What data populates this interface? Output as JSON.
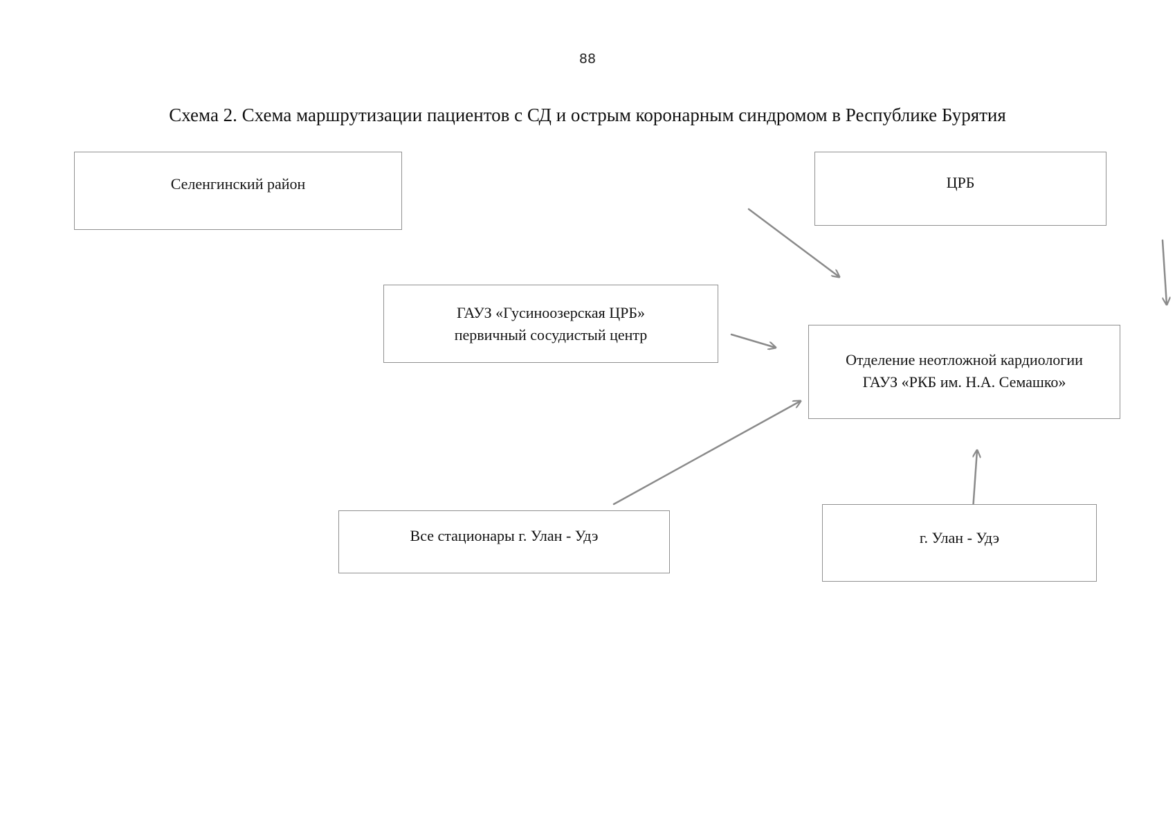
{
  "page": {
    "number": "88"
  },
  "diagram": {
    "title": "Схема 2. Схема маршрутизации пациентов с СД и острым коронарным синдромом в Республике Бурятия",
    "nodes": {
      "selenginsky_district": {
        "lines": [
          "Селенгинский район"
        ]
      },
      "crb": {
        "lines": [
          "ЦРБ"
        ]
      },
      "gusinoozerskaya_crb": {
        "lines": [
          "ГАУЗ «Гусиноозерская ЦРБ»",
          "первичный сосудистый центр"
        ]
      },
      "cardiology_department": {
        "lines": [
          "Отделение неотложной кардиологии",
          "ГАУЗ «РКБ им. Н.А. Семашко»"
        ]
      },
      "ulan_ude_hospitals": {
        "lines": [
          "Все стационары г. Улан - Удэ"
        ]
      },
      "ulan_ude": {
        "lines": [
          "г. Улан - Удэ"
        ]
      }
    },
    "edges": [
      {
        "from": "crb",
        "to": "cardiology_department"
      },
      {
        "from": "gusinoozerskaya_crb",
        "to": "cardiology_department"
      },
      {
        "from": "ulan_ude_hospitals",
        "to": "cardiology_department"
      },
      {
        "from": "ulan_ude",
        "to": "cardiology_department"
      },
      {
        "from": "crb",
        "to": "cardiology_department"
      }
    ],
    "colors": {
      "box_border": "#8f8f8f",
      "arrow": "#8a8a8a",
      "text": "#111111"
    }
  }
}
